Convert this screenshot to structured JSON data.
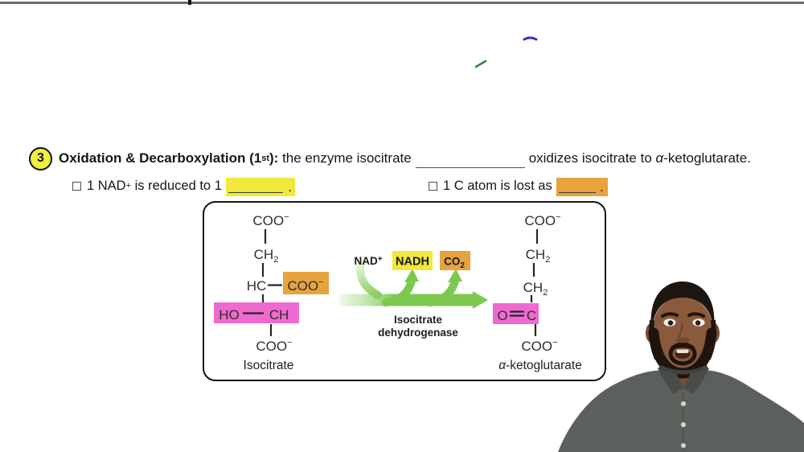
{
  "colors": {
    "highlight_yellow": "#f0e83a",
    "highlight_orange": "#e6a33e",
    "highlight_pink": "#ee6ad0",
    "badge_yellow": "#f3ee3c",
    "arrow_green": "#7dc84f",
    "pen_green": "#2e8434",
    "pen_blue": "#3b2ec6",
    "shirt_gray": "#5c605d"
  },
  "heading": {
    "badge": "3",
    "title_bold_a": "Oxidation & Decarboxylation (1",
    "title_sup": "st",
    "title_bold_b": "):",
    "lead_text": " the enzyme isocitrate",
    "after_blank_a": "oxidizes isocitrate to ",
    "alpha": "α",
    "after_blank_b": "-ketoglutarate."
  },
  "bullets": {
    "left": {
      "pre": "1 NAD",
      "sup": "+",
      "post": " is reduced to 1",
      "period": "."
    },
    "right": {
      "text": "1 C atom is lost as",
      "period": "."
    }
  },
  "diagram": {
    "isocitrate": {
      "coo_top": "COO",
      "coo_top_sup": "−",
      "ch2": "CH",
      "ch2_sub": "2",
      "hc": "HC",
      "coo_side": "COO",
      "coo_side_sup": "−",
      "ho": "HO",
      "ch": "CH",
      "coo_bottom": "COO",
      "coo_bottom_sup": "−",
      "label": "Isocitrate"
    },
    "reaction": {
      "nad": "NAD",
      "nad_sup": "+",
      "nadh": "NADH",
      "co2": "CO",
      "co2_sub": "2",
      "enzyme_line1": "Isocitrate",
      "enzyme_line2": "dehydrogenase"
    },
    "ketoglutarate": {
      "coo_top": "COO",
      "coo_top_sup": "−",
      "ch2a": "CH",
      "ch2a_sub": "2",
      "ch2b": "CH",
      "ch2b_sub": "2",
      "o": "O",
      "c": "C",
      "coo_bottom": "COO",
      "coo_bottom_sup": "−",
      "label_alpha": "α",
      "label_rest": "-ketoglutarate"
    }
  }
}
